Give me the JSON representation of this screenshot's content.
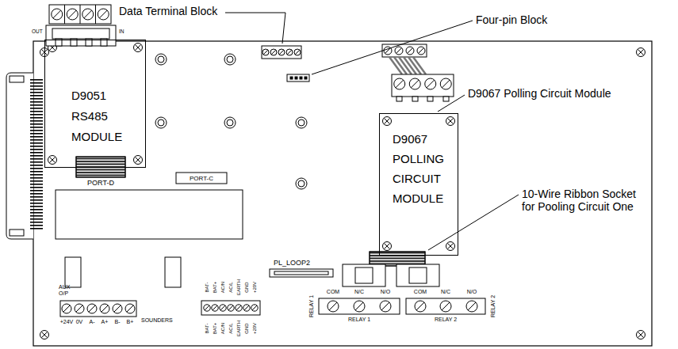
{
  "diagram": {
    "nodes": [
      {
        "text": [
          "D9051 RS485 MODULE"
        ]
      },
      {
        "text": [
          "D9067 POLLING CIRCUIT MODULE"
        ]
      }
    ],
    "labels": [
      "Data Terminal Block",
      "Four-pin Block",
      "D9067 Polling Circuit Module",
      "10-Wire Ribbon Socket for Pooling Circuit One",
      "OUT",
      "IN",
      "PORT-D",
      "PORT-C",
      "PL_LOOP2",
      "AUX O/P",
      "+24V",
      "0V",
      "A-",
      "A+",
      "B-",
      "B+",
      "SOUNDERS",
      "BAT-",
      "BAT+",
      "AC/N",
      "AC/L",
      "EARTH",
      "GND",
      "+20V",
      "BAT-",
      "BAT+",
      "AC/N",
      "AC/L",
      "EARTH",
      "GND",
      "+20V",
      "RELAY 1",
      "COM",
      "N/C",
      "N/O",
      "RELAY 1",
      "COM",
      "N/C",
      "N/O",
      "RELAY 2",
      "RELAY 2"
    ]
  }
}
